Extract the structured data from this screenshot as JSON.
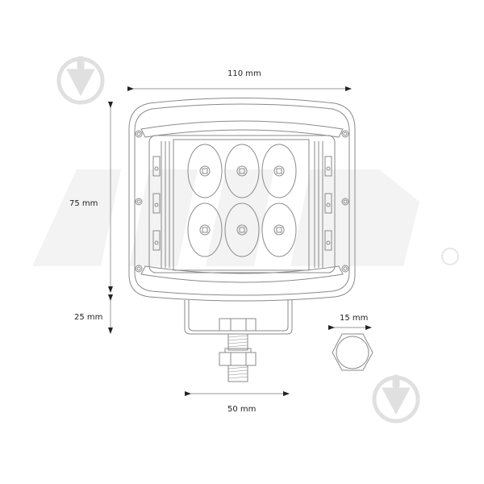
{
  "diagram": {
    "subject": "LED work light dimensional drawing",
    "dimensions": {
      "width": "110 mm",
      "height": "75 mm",
      "bracket_height": "25 mm",
      "nut_size": "15 mm",
      "bracket_width": "50 mm"
    },
    "watermark": {
      "text": "AMIO",
      "registered": "®"
    },
    "led_count": 6,
    "colors": {
      "line": "#8a8a8a",
      "arrow": "#222222",
      "watermark": "#f2f2f2",
      "badge": "#e0e0e0"
    }
  }
}
